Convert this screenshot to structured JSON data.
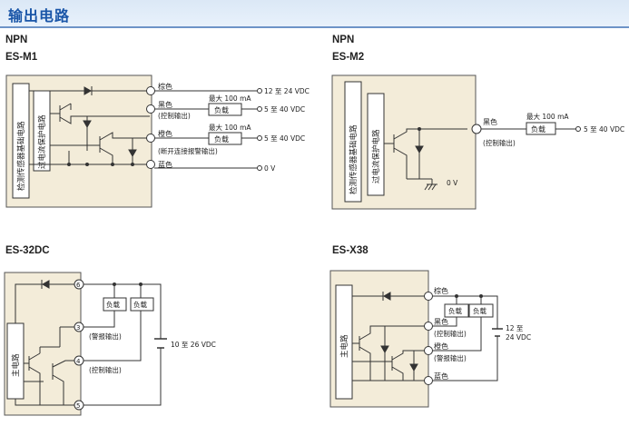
{
  "page": {
    "title": "输出电路"
  },
  "m1": {
    "npn": "NPN",
    "model": "ES-M1",
    "inner_label": "检测传感器基础电路",
    "protect_label": "过电流保护电路",
    "brown": "棕色",
    "black": "黑色",
    "black_sub": "(控制输出)",
    "orange": "橙色",
    "orange_sub": "(断开连接报警输出)",
    "blue": "蓝色",
    "supply": "12 至 24 VDC",
    "max1": "最大 100 mA",
    "max2": "最大 100 mA",
    "load": "负载",
    "v1": "5 至 40 VDC",
    "v2": "5 至 40 VDC",
    "zero": "0 V"
  },
  "m2": {
    "npn": "NPN",
    "model": "ES-M2",
    "inner_label": "检测传感器基础电路",
    "protect_label": "过电流保护电路",
    "black": "黑色",
    "black_sub": "(控制输出)",
    "max": "最大 100 mA",
    "load": "负载",
    "v": "5 至 40 VDC",
    "zero": "0 V"
  },
  "dc": {
    "model": "ES-32DC",
    "main": "主电路",
    "t6": "6",
    "t3": "3",
    "t4": "4",
    "t5": "5",
    "load": "负载",
    "alarm": "(警报输出)",
    "control": "(控制输出)",
    "supply": "10 至 26 VDC"
  },
  "x38": {
    "model": "ES-X38",
    "main": "主电路",
    "brown": "棕色",
    "black": "黑色",
    "black_sub": "(控制输出)",
    "orange": "橙色",
    "orange_sub": "(警报输出)",
    "blue": "蓝色",
    "load": "负载",
    "supply_a": "12 至",
    "supply_b": "24 VDC"
  }
}
